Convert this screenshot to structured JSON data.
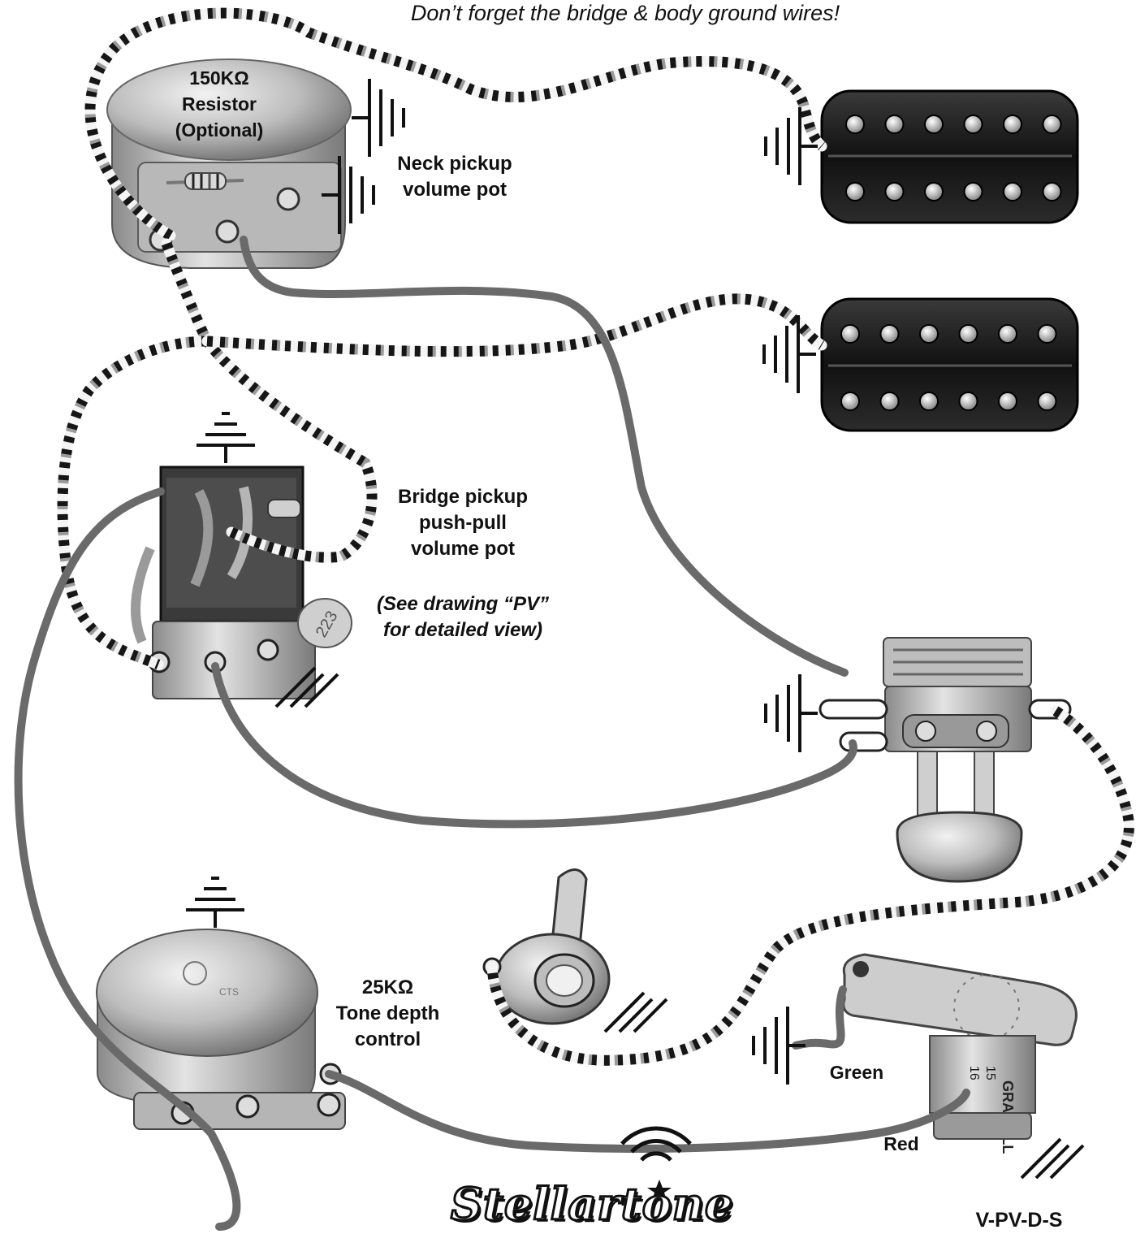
{
  "note": "Don’t forget the bridge & body ground wires!",
  "resistor_label": [
    "150KΩ",
    "Resistor",
    "(Optional)"
  ],
  "neck_pot_label": [
    "Neck pickup",
    "volume pot"
  ],
  "bridge_pot_label": [
    "Bridge pickup",
    "push-pull",
    "volume pot"
  ],
  "see_drawing": [
    "(See drawing “PV”",
    "for detailed view)"
  ],
  "tone_label": [
    "25KΩ",
    "Tone depth",
    "control"
  ],
  "wire_labels": {
    "green": "Green",
    "red": "Red"
  },
  "capacitor_marking": "223",
  "pot_marking": "CTS",
  "rotary_switch_marking": [
    "GRAYHILL",
    "16",
    "15"
  ],
  "brand": "Stellartone",
  "diagram_code": "V-PV-D-S",
  "colors": {
    "solid_wire": "#6a6a6a",
    "braid_dark": "#161616",
    "braid_light": "#f4f4f4",
    "braid_grey": "#9a9a9a",
    "metal": "#c9c9c9",
    "pickup_body": "#141414"
  },
  "icons": [
    "ground-symbol",
    "chassis-ground-symbol",
    "wifi-signal-icon",
    "star-icon"
  ]
}
